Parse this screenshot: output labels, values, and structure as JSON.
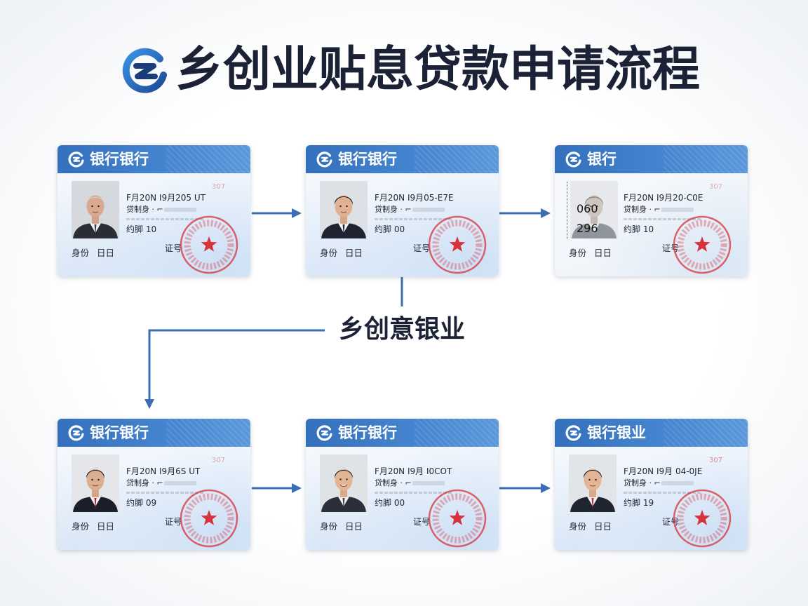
{
  "title": "乡创业贴息贷款申请流程",
  "middle_label": "乡创意银业",
  "colors": {
    "header_blue": "#3a78c4",
    "arrow": "#3a6db3",
    "stamp_red": "#d8323b",
    "title_text": "#1b2236"
  },
  "cards": [
    {
      "header": "银行银行",
      "corner": "307",
      "line1": "F月20N I9月205  UT",
      "line2": "贷制身 · ⌐",
      "line3": "约脚 10",
      "id_label": "身份",
      "id_value": "日日",
      "cert_label": "证号"
    },
    {
      "header": "银行银行",
      "line1": "F月20N I9月05-E7E",
      "line2": "贷制身 · ⌐",
      "line3": "约脚 00",
      "id_label": "身份",
      "id_value": "日日",
      "cert_label": "证号"
    },
    {
      "header": "银行",
      "corner": "307",
      "line1": "F月20N I9月20-C0E",
      "line2": "贷制身 · ⌐",
      "line3": "约脚 10",
      "id_label": "身份",
      "id_value": "日日",
      "cert_label": "证号",
      "photo_overlay_top": "060",
      "photo_overlay_bottom": "296"
    },
    {
      "header": "银行银行",
      "corner": "307",
      "line1": "F月20N I9月6S UT",
      "line2": "贷制身 · ⌐",
      "line3": "约脚 09",
      "id_label": "身份",
      "id_value": "日日",
      "cert_label": "证号"
    },
    {
      "header": "银行银行",
      "line1": "F月20N I9月 I0COT",
      "line2": "贷制身 · ⌐",
      "line3": "约脚 00",
      "id_label": "身份",
      "id_value": "日日",
      "cert_label": "证号"
    },
    {
      "header": "银行银业",
      "corner": "307",
      "line1": "F月20N I9月 04-0JE",
      "line2": "贷制身 · ⌐",
      "line3": "约脚 19",
      "id_label": "身份",
      "id_value": "日日",
      "cert_label": "证号"
    }
  ]
}
